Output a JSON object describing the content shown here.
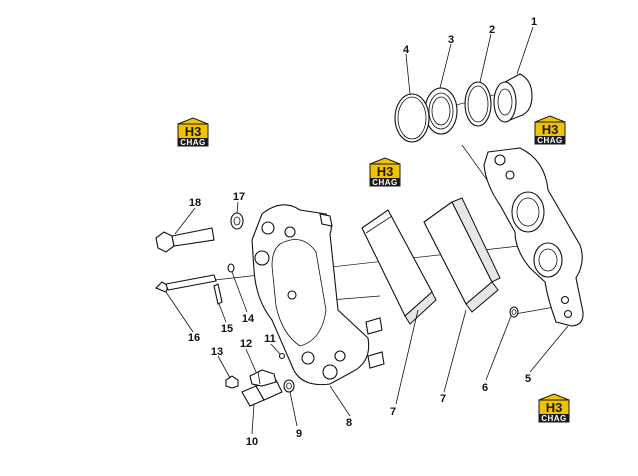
{
  "labels": {
    "l1": "1",
    "l2": "2",
    "l3": "3",
    "l4": "4",
    "l5": "5",
    "l6": "6",
    "l7a": "7",
    "l7b": "7",
    "l8": "8",
    "l9": "9",
    "l10": "10",
    "l11": "11",
    "l12": "12",
    "l13": "13",
    "l14": "14",
    "l15": "15",
    "l16": "16",
    "l17": "17",
    "l18": "18"
  },
  "logo": {
    "mark": "H3",
    "text": "CHAG",
    "accent": "#f2c200",
    "dark": "#1a1a1a"
  }
}
